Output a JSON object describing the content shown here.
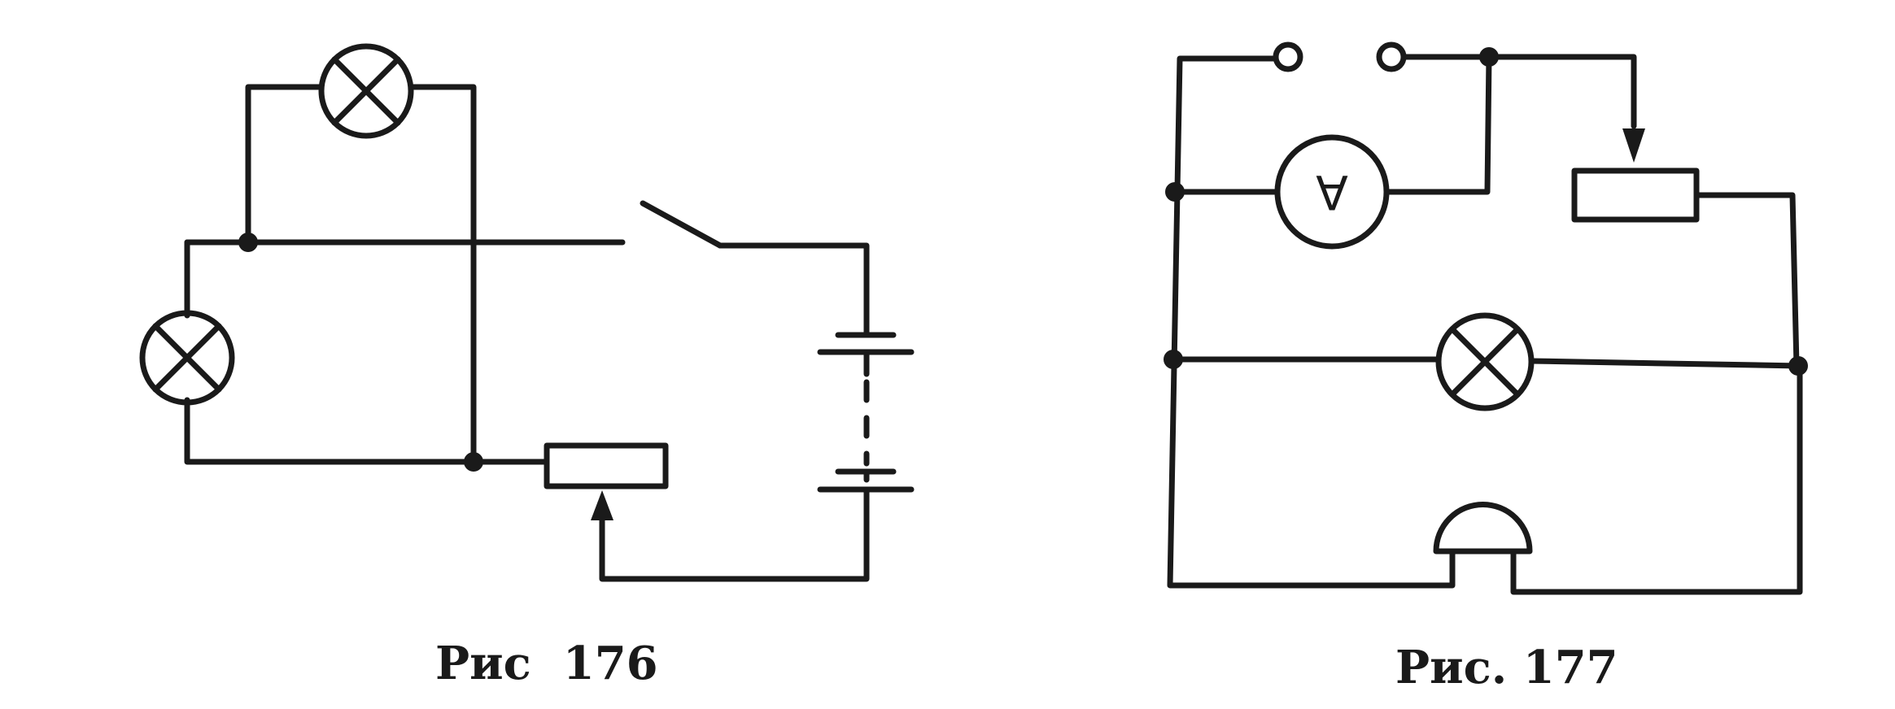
{
  "figures": [
    {
      "caption": "Рис  176"
    },
    {
      "caption": "Рис. 177"
    }
  ],
  "ammeter_letter": "A",
  "colors": {
    "ink": "#1a1a1a",
    "background": "#ffffff"
  }
}
